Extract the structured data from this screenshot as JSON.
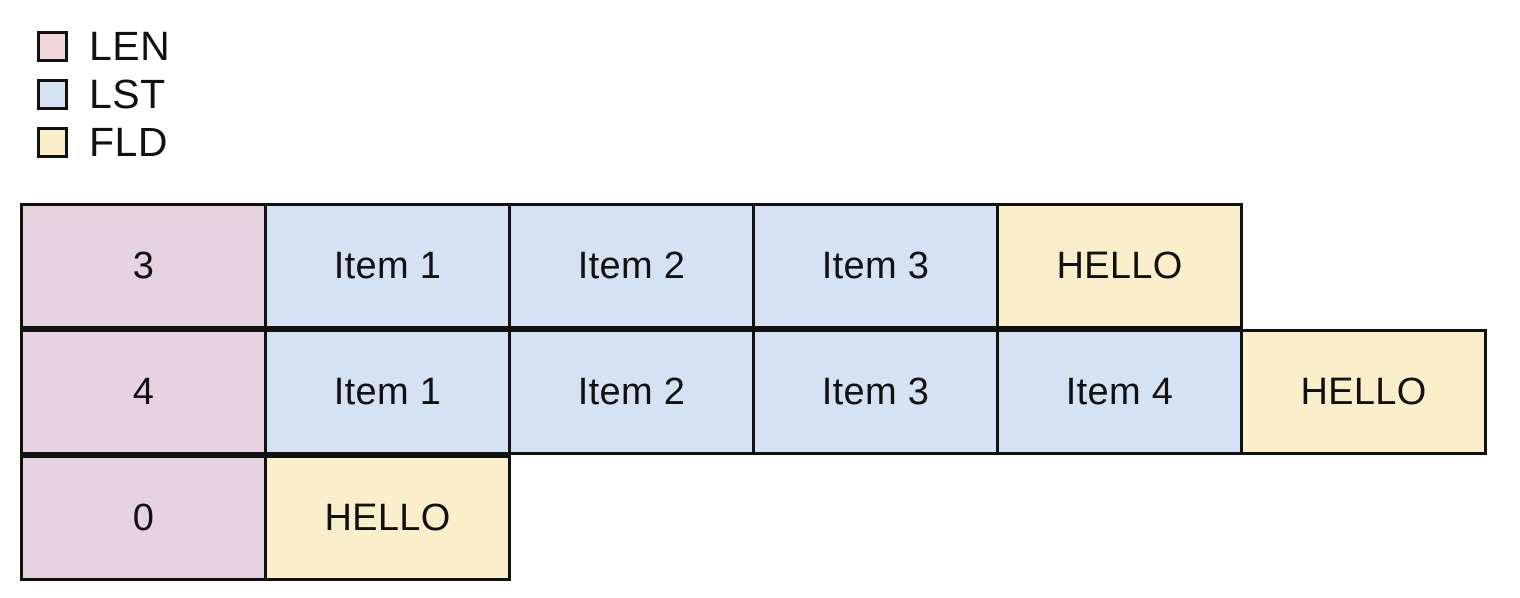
{
  "legend": {
    "items": [
      {
        "label": "LEN",
        "color": "#f0d6d6",
        "kind": "LEN"
      },
      {
        "label": "LST",
        "color": "#d4e2f4",
        "kind": "LST"
      },
      {
        "label": "FLD",
        "color": "#faeecb",
        "kind": "FLD"
      }
    ]
  },
  "colors": {
    "len_cell": "#e6d2e0",
    "lst_cell": "#d4e2f4",
    "fld_cell": "#faeecb",
    "border": "#111111",
    "background": "#ffffff",
    "text": "#111111"
  },
  "table": {
    "rows": [
      {
        "cells": [
          {
            "text": "3",
            "kind": "LEN"
          },
          {
            "text": "Item 1",
            "kind": "LST"
          },
          {
            "text": "Item 2",
            "kind": "LST"
          },
          {
            "text": "Item 3",
            "kind": "LST"
          },
          {
            "text": "HELLO",
            "kind": "FLD"
          }
        ]
      },
      {
        "cells": [
          {
            "text": "4",
            "kind": "LEN"
          },
          {
            "text": "Item 1",
            "kind": "LST"
          },
          {
            "text": "Item 2",
            "kind": "LST"
          },
          {
            "text": "Item 3",
            "kind": "LST"
          },
          {
            "text": "Item 4",
            "kind": "LST"
          },
          {
            "text": "HELLO",
            "kind": "FLD"
          }
        ]
      },
      {
        "cells": [
          {
            "text": "0",
            "kind": "LEN"
          },
          {
            "text": "HELLO",
            "kind": "FLD"
          }
        ]
      }
    ]
  }
}
